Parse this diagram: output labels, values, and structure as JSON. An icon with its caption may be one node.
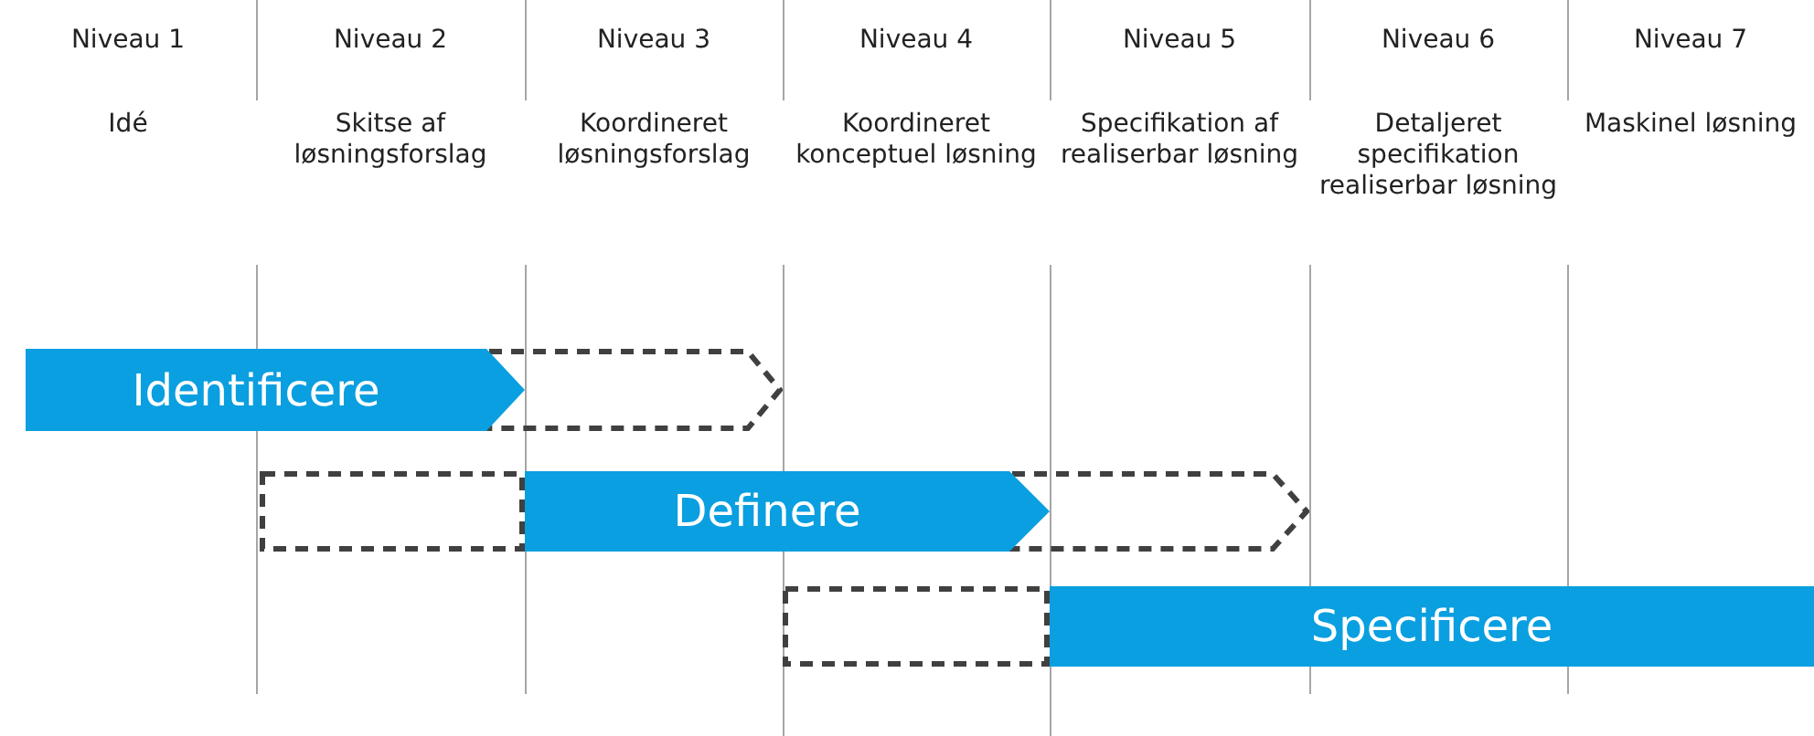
{
  "diagram": {
    "nodes": [
      {
        "text": [
          "Identificere"
        ]
      },
      {
        "text": [],
        "shape": "arrow"
      },
      {
        "text": [],
        "shape": "box"
      },
      {
        "text": [
          "Definere"
        ]
      },
      {
        "text": [],
        "shape": "arrow"
      },
      {
        "text": [],
        "shape": "box"
      },
      {
        "text": [
          "Specificere"
        ]
      }
    ],
    "edges": [],
    "labels": [
      "Niveau 1",
      "Niveau 2",
      "Niveau 3",
      "Niveau 4",
      "Niveau 5",
      "Niveau 6",
      "Niveau 7",
      "Idé",
      "Skitse af løsningsforslag",
      "Koordineret løsningsforslag",
      "Koordineret konceptuel løsning",
      "Specifikation af realiserbar løsning",
      "Detaljeret specifikation realiserbar løsning",
      "Maskinel løsning"
    ]
  }
}
